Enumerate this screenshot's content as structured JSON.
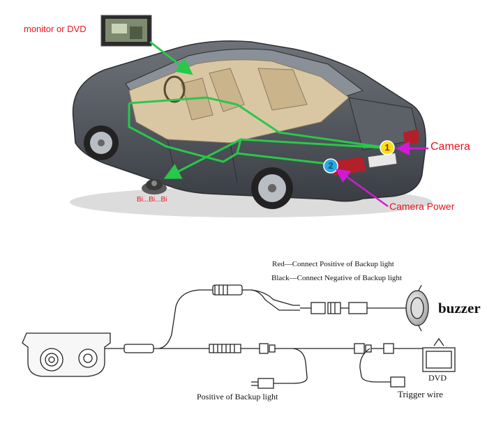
{
  "top_labels": {
    "monitor": "monitor or DVD",
    "camera": "Camera",
    "camera_power": "Camera Power",
    "sensor_sound": "Bi...Bi...Bi",
    "badge1": "1",
    "badge2": "2"
  },
  "wiring_labels": {
    "red_wire": "Red—Connect Positive of Backup light",
    "black_wire": "Black—Connect Negative of Backup light",
    "buzzer": "buzzer",
    "dvd": "DVD",
    "positive_backup": "Positive of Backup light",
    "trigger_wire": "Trigger wire"
  },
  "colors": {
    "route_green": "#28c84a",
    "arrow_magenta": "#d21ad6",
    "label_red": "#e8141c",
    "car_body": "#4b4f55",
    "interior": "#d9c7a4",
    "badge1": "#f4e21c",
    "badge2": "#2aa9e0"
  }
}
